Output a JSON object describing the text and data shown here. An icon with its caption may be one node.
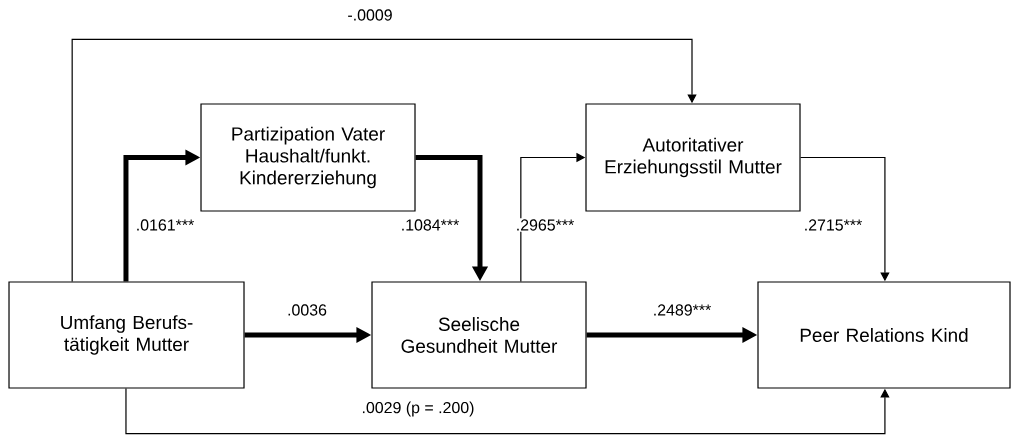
{
  "diagram": {
    "nodes": [
      {
        "text": [
          "Umfang Berufs- tätigkeit Mutter"
        ]
      },
      {
        "text": [
          "Partizipation Vater Haushalt/funkt. Kindererziehung"
        ]
      },
      {
        "text": [
          "Autoritativer Erziehungsstil Mutter"
        ]
      },
      {
        "text": [
          "Seelische Gesundheit Mutter"
        ]
      },
      {
        "text": [
          "Peer Relations Kind"
        ]
      }
    ],
    "edges": [
      {
        "from": 0,
        "to": 1,
        "arrow": "to",
        "style": "thick",
        "label": ".0161***"
      },
      {
        "from": 1,
        "to": 3,
        "arrow": "to",
        "style": "thick",
        "label": ".1084***"
      },
      {
        "from": 0,
        "to": 3,
        "arrow": "to",
        "style": "thick",
        "label": ".0036"
      },
      {
        "from": 3,
        "to": 4,
        "arrow": "to",
        "style": "thick",
        "label": ".2489***"
      },
      {
        "from": 3,
        "to": 2,
        "arrow": "to",
        "label": ".2965***"
      },
      {
        "from": 2,
        "to": 4,
        "arrow": "to",
        "label": ".2715***"
      },
      {
        "from": 0,
        "to": 2,
        "arrow": "to",
        "label": "-.0009"
      },
      {
        "from": 0,
        "to": 4,
        "arrow": "to",
        "label": ".0029 (p = .200)"
      }
    ]
  }
}
